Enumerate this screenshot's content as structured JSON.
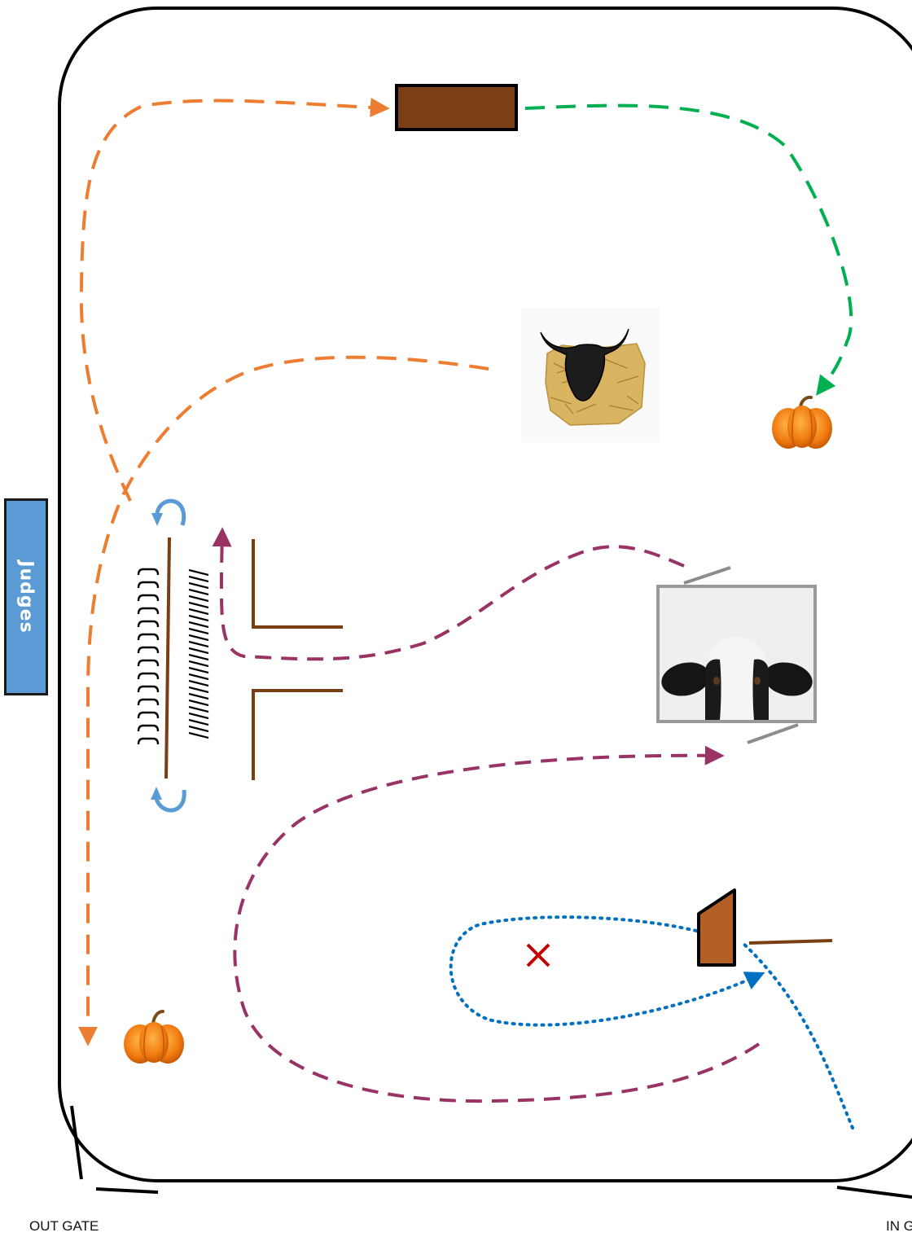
{
  "judges": {
    "label": "Judges"
  },
  "gates": {
    "out_label": "OUT GATE",
    "in_label": "IN GATE"
  },
  "obstacles": [
    "wooden-box",
    "steer-dummy-on-hay-bale",
    "pumpkin-upper-right",
    "pumpkin-lower-left",
    "cow-head-sign-box",
    "bridge-with-rungs",
    "chute-walls",
    "gate-panel",
    "target-x"
  ],
  "route_colors": {
    "orange": "#ed7d31",
    "green": "#00b050",
    "purple": "#993366",
    "blue_dotted": "#0070c0",
    "blue_turn_arrows": "#5b9bd5",
    "wood": "#7a3e14",
    "x_mark": "#c00000"
  }
}
